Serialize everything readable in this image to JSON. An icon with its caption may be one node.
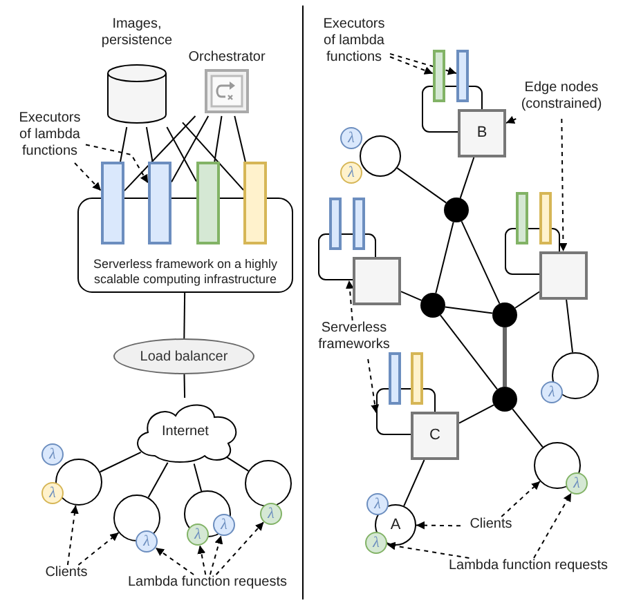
{
  "diagram": {
    "nodes": [
      {
        "text": [
          "Images, persistence"
        ]
      },
      {
        "text": [
          "Orchestrator"
        ]
      },
      {
        "text": [
          "Serverless framework on a highly scalable computing infrastructure"
        ]
      },
      {
        "text": [],
        "shape": "bar"
      },
      {
        "text": [],
        "shape": "bar"
      },
      {
        "text": [],
        "shape": "bar"
      },
      {
        "text": [],
        "shape": "bar"
      },
      {
        "text": [
          "Executors of lambda functions"
        ]
      },
      {
        "text": [
          "Load balancer"
        ]
      },
      {
        "text": [
          "Internet"
        ]
      },
      {
        "text": [],
        "shape": "circle"
      },
      {
        "text": [
          "λ"
        ]
      },
      {
        "text": [
          "λ"
        ]
      },
      {
        "text": [],
        "shape": "circle"
      },
      {
        "text": [
          "λ"
        ]
      },
      {
        "text": [],
        "shape": "circle"
      },
      {
        "text": [
          "λ"
        ]
      },
      {
        "text": [
          "λ"
        ]
      },
      {
        "text": [],
        "shape": "circle"
      },
      {
        "text": [
          "λ"
        ]
      },
      {
        "text": [
          "Clients"
        ]
      },
      {
        "text": [
          "Lambda function requests"
        ]
      },
      {
        "text": [
          "Executors of lambda functions"
        ]
      },
      {
        "text": [],
        "shape": "box"
      },
      {
        "text": [],
        "shape": "bar"
      },
      {
        "text": [],
        "shape": "bar"
      },
      {
        "text": [
          "B"
        ]
      },
      {
        "text": [
          "Edge nodes (constrained)"
        ]
      },
      {
        "text": [],
        "shape": "circle"
      },
      {
        "text": [
          "λ"
        ]
      },
      {
        "text": [
          "λ"
        ]
      },
      {
        "text": [],
        "shape": "circle"
      },
      {
        "text": [],
        "shape": "box"
      },
      {
        "text": [],
        "shape": "bar"
      },
      {
        "text": [],
        "shape": "bar"
      },
      {
        "text": [],
        "shape": "box"
      },
      {
        "text": [],
        "shape": "box"
      },
      {
        "text": [],
        "shape": "bar"
      },
      {
        "text": [],
        "shape": "bar"
      },
      {
        "text": [],
        "shape": "box"
      },
      {
        "text": [],
        "shape": "circle"
      },
      {
        "text": [],
        "shape": "circle"
      },
      {
        "text": [
          "Serverless frameworks"
        ]
      },
      {
        "text": [],
        "shape": "circle"
      },
      {
        "text": [],
        "shape": "circle"
      },
      {
        "text": [
          "λ"
        ]
      },
      {
        "text": [],
        "shape": "box"
      },
      {
        "text": [],
        "shape": "bar"
      },
      {
        "text": [],
        "shape": "bar"
      },
      {
        "text": [
          "C"
        ]
      },
      {
        "text": [],
        "shape": "circle"
      },
      {
        "text": [
          "λ"
        ]
      },
      {
        "text": [
          "A"
        ]
      },
      {
        "text": [
          "λ"
        ]
      },
      {
        "text": [
          "λ"
        ]
      },
      {
        "text": [
          "Clients"
        ]
      },
      {
        "text": [
          "Lambda function requests"
        ]
      }
    ],
    "edges": [
      {
        "from": 0,
        "to": 3,
        "arrow": "none"
      },
      {
        "from": 0,
        "to": 4,
        "arrow": "none"
      },
      {
        "from": 0,
        "to": 5,
        "arrow": "none"
      },
      {
        "from": 0,
        "to": 6,
        "arrow": "none"
      },
      {
        "from": 1,
        "to": 3,
        "arrow": "none"
      },
      {
        "from": 1,
        "to": 4,
        "arrow": "none"
      },
      {
        "from": 1,
        "to": 5,
        "arrow": "none"
      },
      {
        "from": 1,
        "to": 6,
        "arrow": "none"
      },
      {
        "from": 7,
        "to": 3,
        "arrow": "to",
        "style": "dashed"
      },
      {
        "from": 7,
        "to": 4,
        "arrow": "to",
        "style": "dashed"
      },
      {
        "from": 2,
        "to": 8,
        "arrow": "none"
      },
      {
        "from": 8,
        "to": 9,
        "arrow": "none"
      },
      {
        "from": 9,
        "to": 10,
        "arrow": "none"
      },
      {
        "from": 9,
        "to": 13,
        "arrow": "none"
      },
      {
        "from": 9,
        "to": 15,
        "arrow": "none"
      },
      {
        "from": 9,
        "to": 18,
        "arrow": "none"
      },
      {
        "from": 20,
        "to": 10,
        "arrow": "to",
        "style": "dashed"
      },
      {
        "from": 20,
        "to": 13,
        "arrow": "to",
        "style": "dashed"
      },
      {
        "from": 21,
        "to": 14,
        "arrow": "to",
        "style": "dashed"
      },
      {
        "from": 21,
        "to": 16,
        "arrow": "to",
        "style": "dashed"
      },
      {
        "from": 21,
        "to": 17,
        "arrow": "to",
        "style": "dashed"
      },
      {
        "from": 21,
        "to": 19,
        "arrow": "to",
        "style": "dashed"
      },
      {
        "from": 22,
        "to": 24,
        "arrow": "to",
        "style": "dashed"
      },
      {
        "from": 22,
        "to": 25,
        "arrow": "to",
        "style": "dashed"
      },
      {
        "from": 27,
        "to": 26,
        "arrow": "to",
        "style": "dashed"
      },
      {
        "from": 27,
        "to": 39,
        "arrow": "to",
        "style": "dashed"
      },
      {
        "from": 26,
        "to": 31,
        "arrow": "none"
      },
      {
        "from": 28,
        "to": 31,
        "arrow": "none"
      },
      {
        "from": 31,
        "to": 40,
        "arrow": "none"
      },
      {
        "from": 31,
        "to": 41,
        "arrow": "none"
      },
      {
        "from": 40,
        "to": 35,
        "arrow": "none"
      },
      {
        "from": 40,
        "to": 41,
        "arrow": "none"
      },
      {
        "from": 40,
        "to": 43,
        "arrow": "none"
      },
      {
        "from": 41,
        "to": 43,
        "arrow": "none",
        "style": "thick",
        "color": "#666666"
      },
      {
        "from": 41,
        "to": 39,
        "arrow": "none"
      },
      {
        "from": 39,
        "to": 44,
        "arrow": "none"
      },
      {
        "from": 43,
        "to": 49,
        "arrow": "none"
      },
      {
        "from": 43,
        "to": 50,
        "arrow": "none"
      },
      {
        "from": 49,
        "to": 52,
        "arrow": "none"
      },
      {
        "from": 42,
        "to": 32,
        "arrow": "to",
        "style": "dashed"
      },
      {
        "from": 42,
        "to": 46,
        "arrow": "to",
        "style": "dashed"
      },
      {
        "from": 55,
        "to": 52,
        "arrow": "to",
        "style": "dashed"
      },
      {
        "from": 55,
        "to": 50,
        "arrow": "to",
        "style": "dashed"
      },
      {
        "from": 56,
        "to": 54,
        "arrow": "to",
        "style": "dashed"
      },
      {
        "from": 56,
        "to": 51,
        "arrow": "to",
        "style": "dashed"
      }
    ]
  }
}
